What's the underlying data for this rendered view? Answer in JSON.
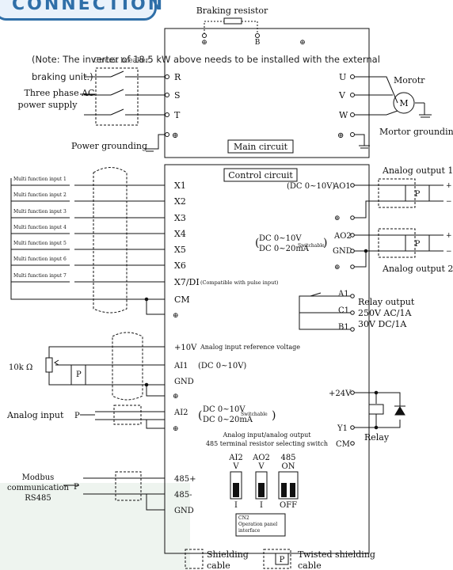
{
  "title": "CONNECTION",
  "note_line1": "(Note: The inverter of 18.5 kW above needs to be installed with the external",
  "note_line2": "braking unit.)",
  "labels": {
    "braking_resistor": "Braking resistor",
    "circuit_breaker": "Circuit breaker",
    "three_phase": "Three phase AC",
    "power_supply": "power supply",
    "power_grounding": "Power grounding",
    "main_circuit": "Main circuit",
    "motor": "Morotr",
    "motor_grounding": "Mortor grounding",
    "control_circuit": "Control circuit",
    "ao1_range": "(DC 0~10V)",
    "analog_output_1": "Analog output 1",
    "analog_output_2": "Analog output 2",
    "ao2_range1": "DC 0~10V",
    "ao2_range2": "DC 0~20mA",
    "switchable": "Switchable",
    "compatible_pulse": "(Compatible with pulse input)",
    "ref_voltage": "Analog input reference voltage",
    "ai1_range": "(DC 0~10V)",
    "resistor_value": "10k Ω",
    "ai2_range1": "DC 0~10V",
    "ai2_range2": "DC 0~20mA",
    "analog_input": "Analog input",
    "relay_output": "Relay output",
    "relay_v1": "250V AC/1A",
    "relay_v2": "30V DC/1A",
    "relay": "Relay",
    "switch_title1": "Analog input/analog output",
    "switch_title2": "485 terminal resistor selecting switch",
    "modbus1": "Modbus",
    "modbus2": "communication",
    "modbus3": "RS485",
    "cn2": "CN2",
    "cn2_line2": "Operation panel",
    "cn2_line3": "interface",
    "shielding_cable": "Shielding",
    "cable": "cable",
    "twisted_shielding": "Twisted shielding",
    "p": "P",
    "m": "M"
  },
  "main_terminals": [
    "R",
    "S",
    "T",
    "U",
    "V",
    "W"
  ],
  "brake_terminals": [
    "⊕",
    "B",
    "⊕"
  ],
  "multi_function_inputs": [
    "Multi function input 1",
    "Multi function input 2",
    "Multi function input 3",
    "Multi function input 4",
    "Multi function input 5",
    "Multi function input 6",
    "Multi function input 7"
  ],
  "input_terminals": [
    "X1",
    "X2",
    "X3",
    "X4",
    "X5",
    "X6",
    "X7/DI",
    "CM"
  ],
  "analog_terminals": [
    "+10V",
    "AI1",
    "GND",
    "AI2"
  ],
  "output_terminals": [
    "AO1",
    "AO2",
    "GND",
    "A1",
    "C1",
    "B1",
    "+24V",
    "Y1",
    "CM"
  ],
  "rs485_terminals": [
    "485+",
    "485-",
    "GND"
  ],
  "switches": [
    {
      "top1": "AI2",
      "top2": "V",
      "bottom": "I"
    },
    {
      "top1": "AO2",
      "top2": "V",
      "bottom": "I"
    },
    {
      "top1": "485",
      "top2": "ON",
      "bottom": "OFF"
    }
  ]
}
